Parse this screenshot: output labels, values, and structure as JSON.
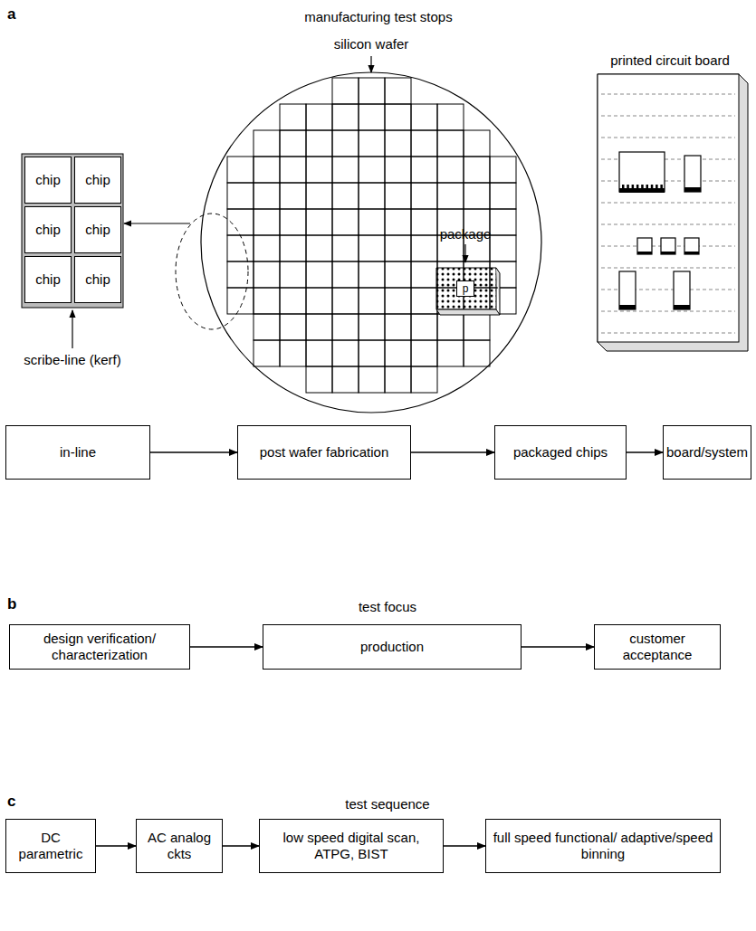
{
  "diagram": {
    "nodes": [
      {
        "text": [
          "chip"
        ]
      },
      {
        "text": [
          "chip"
        ]
      },
      {
        "text": [
          "chip"
        ]
      },
      {
        "text": [
          "chip"
        ]
      },
      {
        "text": [
          "chip"
        ]
      },
      {
        "text": [
          "chip"
        ]
      },
      {
        "text": [
          "p"
        ]
      },
      {
        "text": [
          "in-line"
        ]
      },
      {
        "text": [
          "post wafer fabrication"
        ]
      },
      {
        "text": [
          "packaged chips"
        ]
      },
      {
        "text": [
          "board/system"
        ]
      },
      {
        "text": [
          "design verification/ characterization"
        ]
      },
      {
        "text": [
          "production"
        ]
      },
      {
        "text": [
          "customer acceptance"
        ]
      },
      {
        "text": [
          "DC parametric"
        ]
      },
      {
        "text": [
          "AC analog ckts"
        ]
      },
      {
        "text": [
          "low speed digital scan, ATPG, BIST"
        ]
      },
      {
        "text": [
          "full speed functional/ adaptive/speed binning"
        ]
      }
    ],
    "edges": [
      {
        "from": 7,
        "to": 8,
        "arrow": "to"
      },
      {
        "from": 8,
        "to": 9,
        "arrow": "to"
      },
      {
        "from": 9,
        "to": 10,
        "arrow": "to"
      },
      {
        "from": 11,
        "to": 12,
        "arrow": "to"
      },
      {
        "from": 12,
        "to": 13,
        "arrow": "to"
      },
      {
        "from": 14,
        "to": 15,
        "arrow": "to"
      },
      {
        "from": 15,
        "to": 16,
        "arrow": "to"
      },
      {
        "from": 16,
        "to": 17,
        "arrow": "to"
      }
    ],
    "labels": [
      "a",
      "manufacturing test stops",
      "silicon wafer",
      "scribe-line (kerf)",
      "package",
      "printed circuit board",
      "b",
      "test focus",
      "c",
      "test sequence"
    ]
  }
}
